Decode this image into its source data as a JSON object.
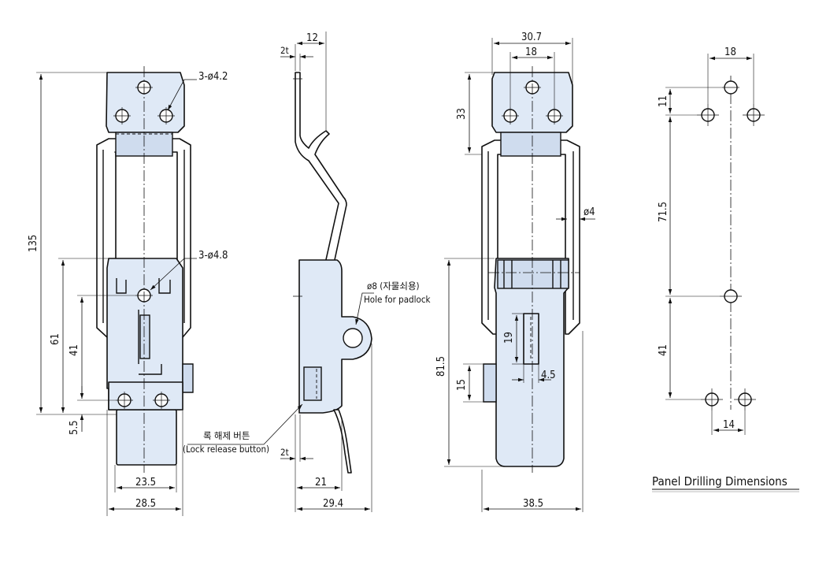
{
  "views": {
    "front": {
      "dims": {
        "hole_top": "3-ø4.2",
        "hole_mid": "3-ø4.8",
        "height_total": "135",
        "height_61": "61",
        "height_41": "41",
        "offset_5_5": "5.5",
        "width_23_5": "23.5",
        "width_28_5": "28.5"
      }
    },
    "side": {
      "dims": {
        "top_12": "12",
        "top_2t": "2t",
        "bottom_2t": "2t",
        "width_21": "21",
        "width_29_4": "29.4"
      },
      "labels": {
        "padlock_ko": "ø8 (자물쇠용)",
        "padlock_en": "Hole for padlock",
        "release_ko": "록 해제 버튼",
        "release_en": "(Lock release button)"
      }
    },
    "back": {
      "dims": {
        "width_30_7": "30.7",
        "width_18": "18",
        "height_33": "33",
        "dia_4": "ø4",
        "height_19": "19",
        "width_4_5": "4.5",
        "height_81_5": "81.5",
        "height_15": "15",
        "width_38_5": "38.5"
      }
    },
    "panel": {
      "title": "Panel Drilling Dimensions",
      "dims": {
        "width_18": "18",
        "height_11": "11",
        "height_71_5": "71.5",
        "height_41": "41",
        "width_14": "14"
      }
    }
  }
}
